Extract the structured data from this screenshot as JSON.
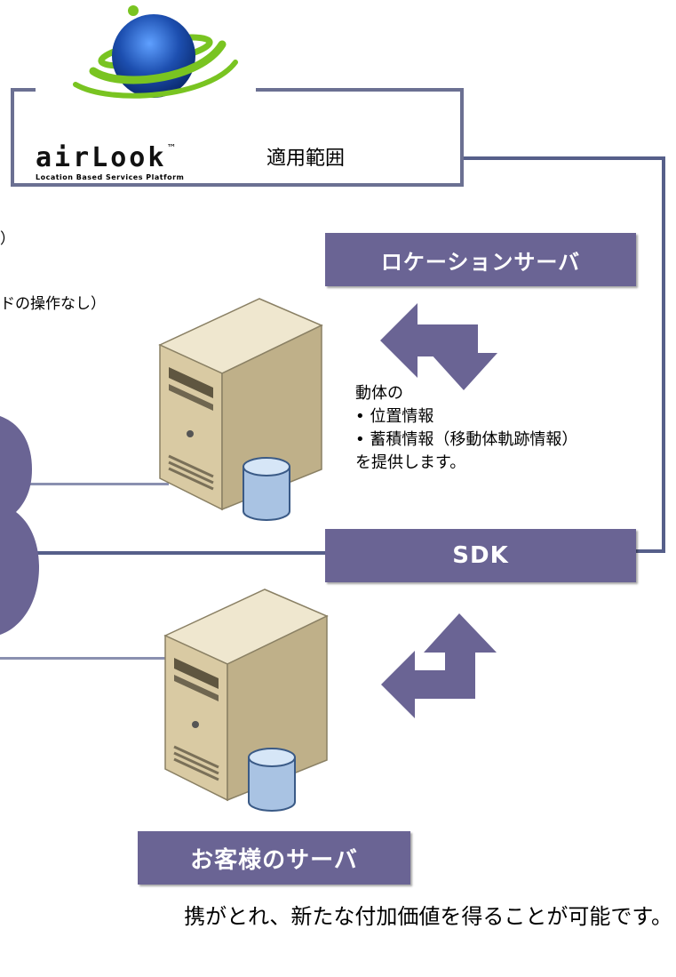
{
  "logo": {
    "brand_text": "airLook",
    "tm": "™",
    "tagline": "Location Based Services Platform"
  },
  "scope_title": "適用範囲",
  "left_partial": {
    "paren": "）",
    "operation": "ドの操作なし）"
  },
  "location_server_label": "ロケーションサーバ",
  "info": {
    "line1": "動体の",
    "bullet1": "• 位置情報",
    "bullet2": "• 蓄積情報（移動体軌跡情報）",
    "line4": "を提供します。"
  },
  "sdk_label": "SDK",
  "customer_server_label": "お客様のサーバ",
  "footer_text": "携がとれ、新たな付加価値を得ることが可能です。",
  "colors": {
    "label_bg": "#6a6494",
    "frame": "#565f8a",
    "globe_blue": "#1d4fb0",
    "ring_green": "#79c421",
    "server_body": "#d8ccaa"
  },
  "icons": [
    "globe-logo-icon",
    "server-icon",
    "database-icon",
    "cloud-shape",
    "arrow-icon"
  ]
}
